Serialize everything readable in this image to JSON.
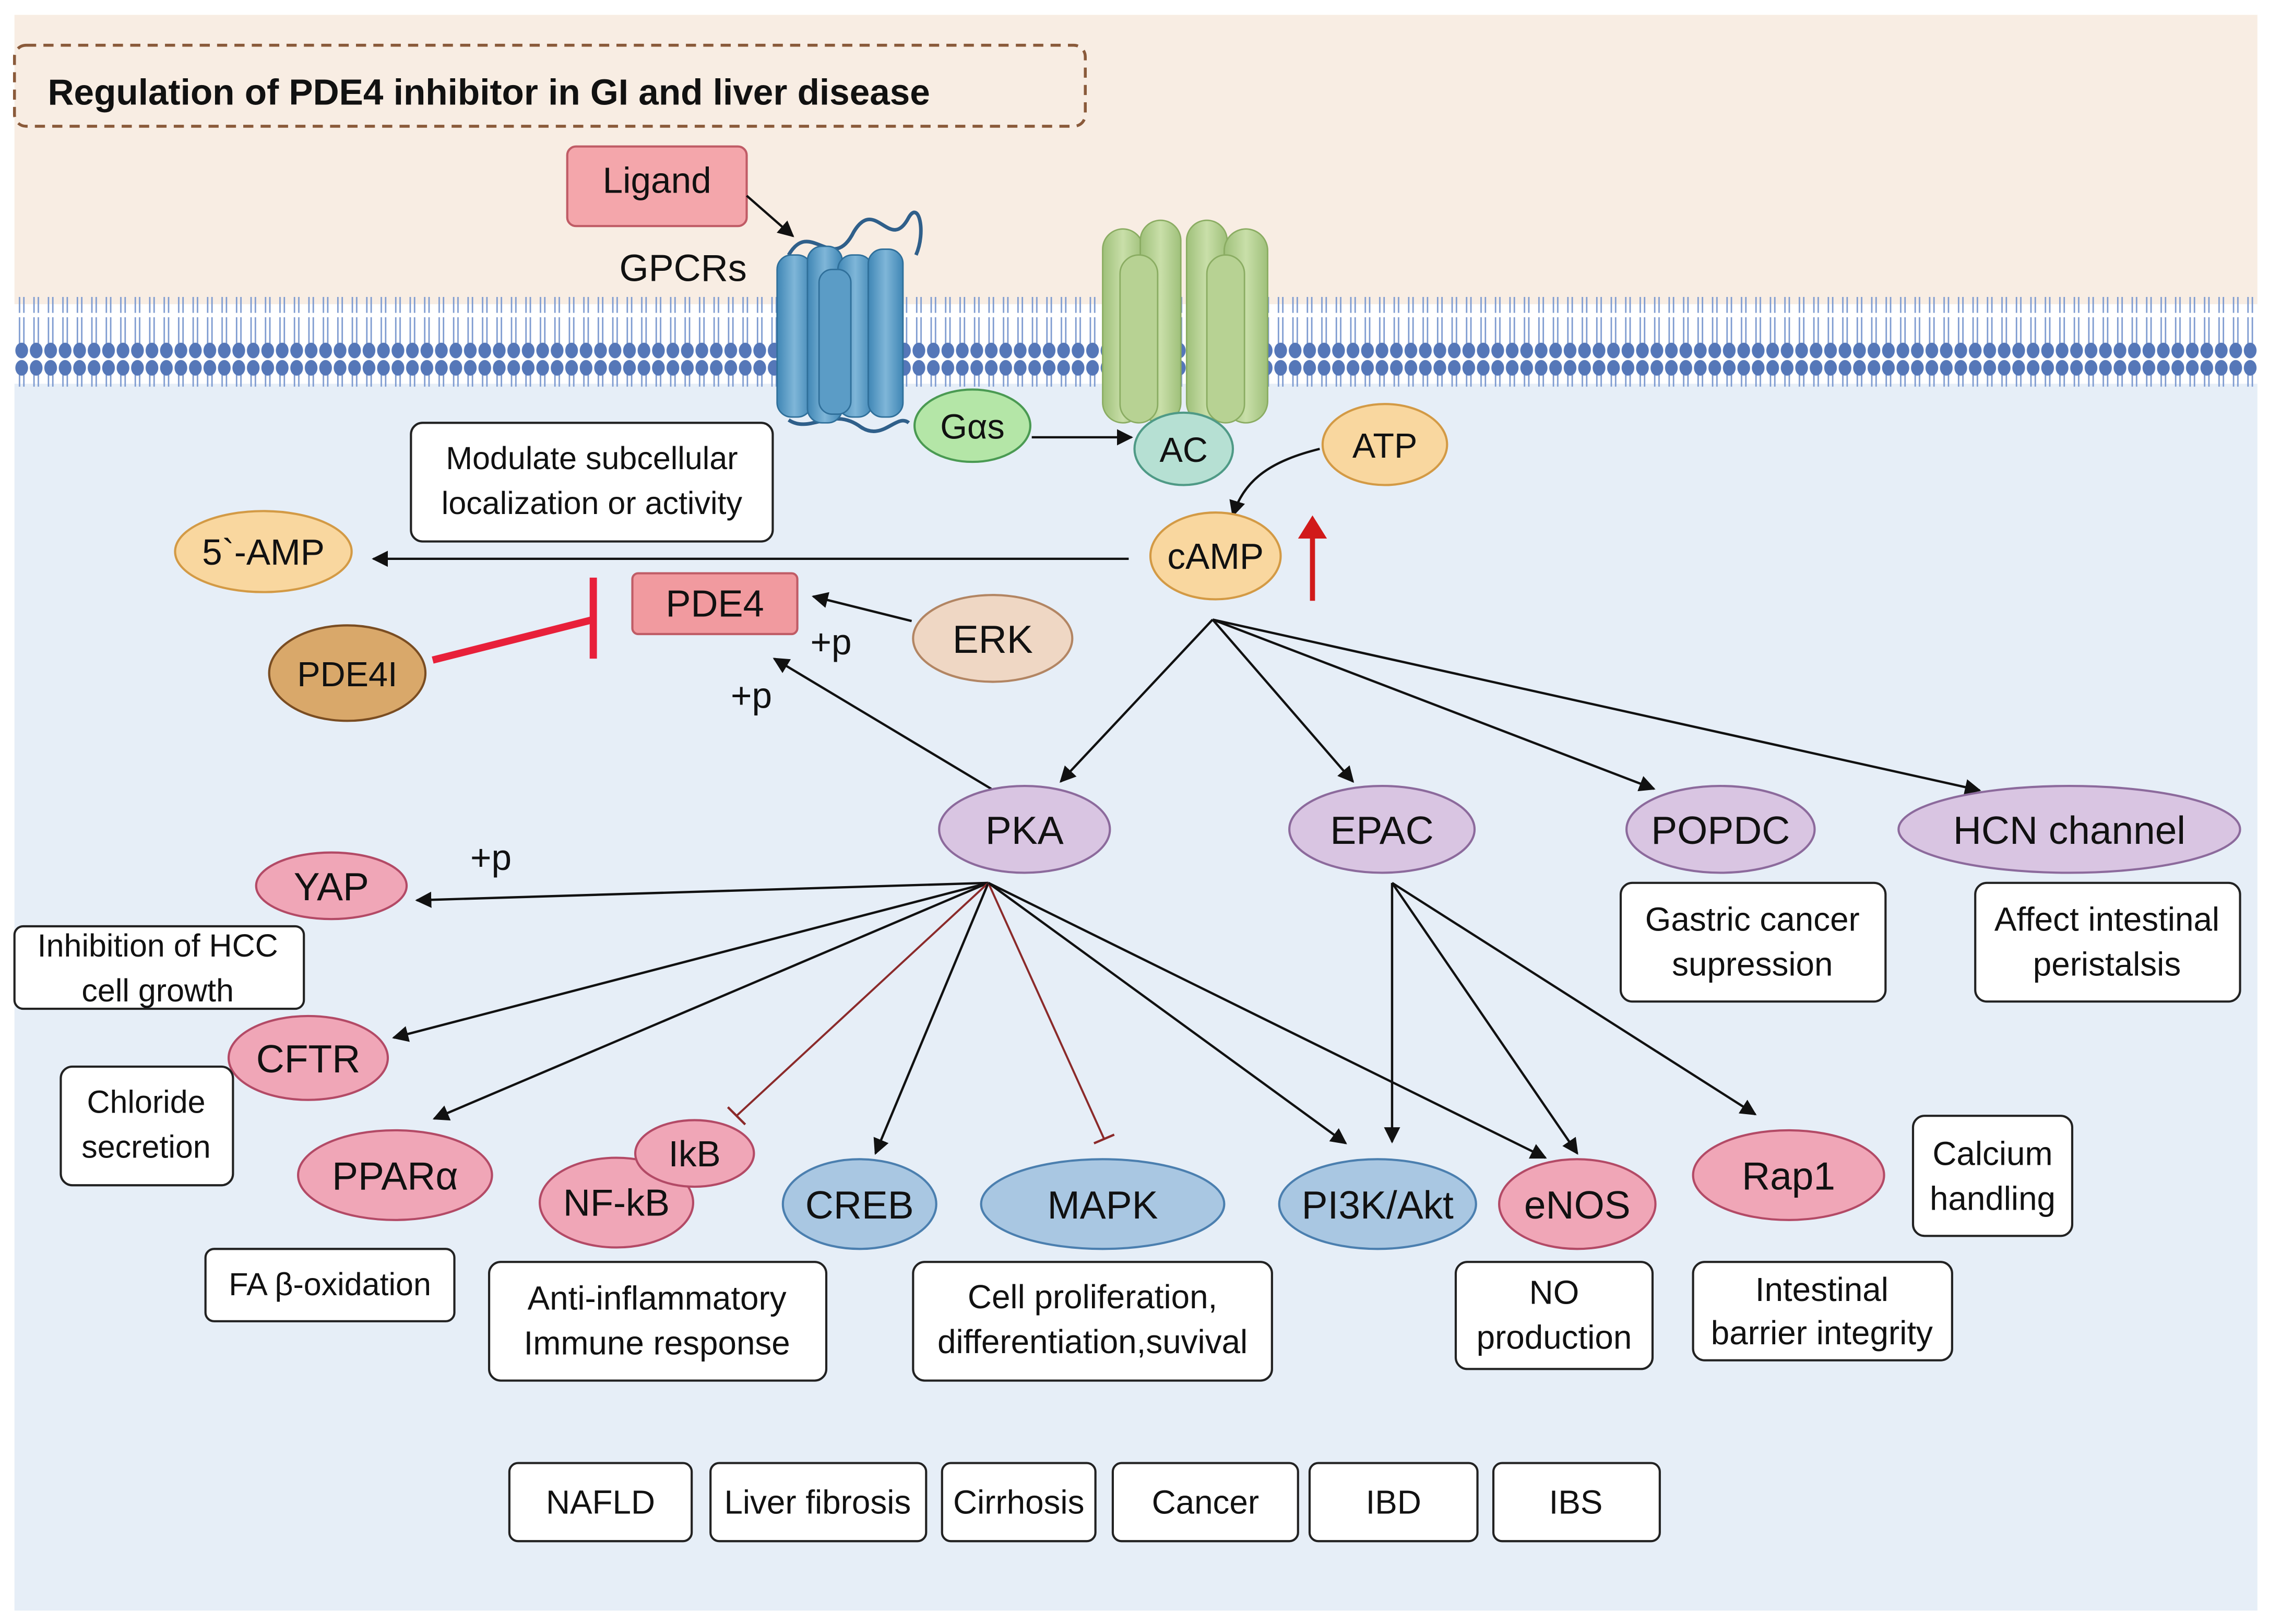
{
  "title": "Regulation of PDE4 inhibitor in GI and liver disease",
  "colors": {
    "extracellular": "#f8ede3",
    "cytoplasm": "#e6eef7",
    "membrane_head": "#5577b8",
    "title_text": "#a03a3e",
    "inhibit_red": "#e8203a",
    "up_arrow": "#d11a1a",
    "purple": "#d9c5e2",
    "pink": "#f0a6b7",
    "blue": "#a9c7e2",
    "orange": "#f9d79f",
    "green": "#b4e6a7",
    "teal": "#b6e0d3",
    "brown": "#d9a86a",
    "ligand": "#f4a6ab"
  },
  "nodes": {
    "ligand": "Ligand",
    "gpcrs": "GPCRs",
    "gas": "Gαs",
    "ac": "AC",
    "atp": "ATP",
    "camp": "cAMP",
    "amp": "5`-AMP",
    "pde4": "PDE4",
    "pde4i": "PDE4I",
    "erk": "ERK",
    "pka": "PKA",
    "epac": "EPAC",
    "popdc": "POPDC",
    "hcn": "HCN channel",
    "yap": "YAP",
    "cftr": "CFTR",
    "ppara": "PPARα",
    "nfkb": "NF-kB",
    "ikb": "IkB",
    "creb": "CREB",
    "mapk": "MAPK",
    "pi3k": "PI3K/Akt",
    "enos": "eNOS",
    "rap1": "Rap1"
  },
  "labels": {
    "p_erk": "+p",
    "p_pka": "+p",
    "p_yap": "+p"
  },
  "boxes": {
    "modulate": [
      "Modulate subcellular",
      "localization or activity"
    ],
    "hcc": [
      "Inhibition of HCC",
      "cell growth"
    ],
    "chloride": [
      "Chloride",
      "secretion"
    ],
    "fa": [
      "FA β-oxidation"
    ],
    "inflam": [
      "Anti-inflammatory",
      "Immune response"
    ],
    "cellprolif": [
      "Cell proliferation,",
      "differentiation,suvival"
    ],
    "no": [
      "NO",
      "production"
    ],
    "barrier": [
      "Intestinal",
      "barrier integrity"
    ],
    "calcium": [
      "Calcium",
      "handling"
    ],
    "gastric": [
      "Gastric cancer",
      "supression"
    ],
    "peristalsis": [
      "Affect intestinal",
      "peristalsis"
    ]
  },
  "diseases": [
    "NAFLD",
    "Liver fibrosis",
    "Cirrhosis",
    "Cancer",
    "IBD",
    "IBS"
  ]
}
